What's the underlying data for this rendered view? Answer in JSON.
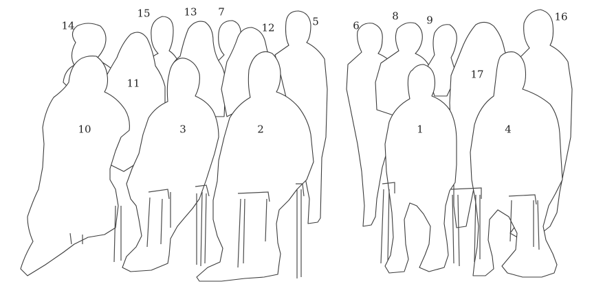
{
  "figure": {
    "people": [
      {
        "id": "p14",
        "label": "14"
      },
      {
        "id": "p15",
        "label": "15"
      },
      {
        "id": "p13",
        "label": "13"
      },
      {
        "id": "p7",
        "label": "7"
      },
      {
        "id": "p12",
        "label": "12"
      },
      {
        "id": "p5",
        "label": "5"
      },
      {
        "id": "p11",
        "label": "11"
      },
      {
        "id": "p10",
        "label": "10"
      },
      {
        "id": "p3",
        "label": "3"
      },
      {
        "id": "p2",
        "label": "2"
      },
      {
        "id": "p6",
        "label": "6"
      },
      {
        "id": "p8",
        "label": "8"
      },
      {
        "id": "p9",
        "label": "9"
      },
      {
        "id": "p16",
        "label": "16"
      },
      {
        "id": "p17",
        "label": "17"
      },
      {
        "id": "p1",
        "label": "1"
      },
      {
        "id": "p4",
        "label": "4"
      }
    ]
  }
}
